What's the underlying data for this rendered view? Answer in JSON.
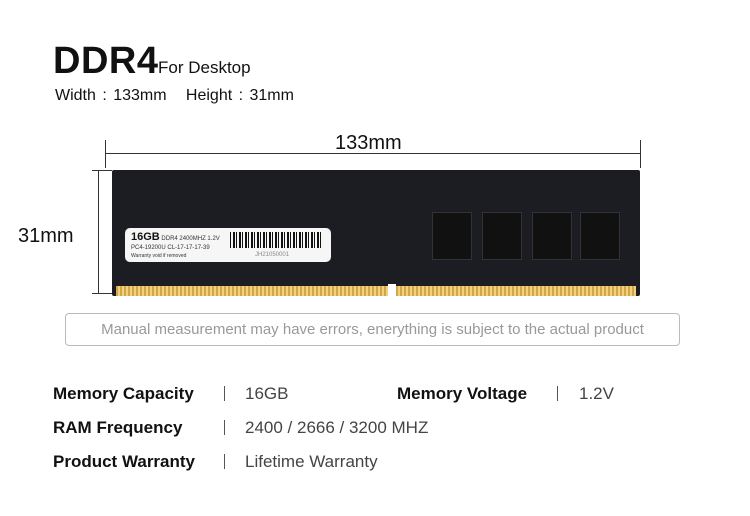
{
  "header": {
    "title": "DDR4",
    "subtitle": "For Desktop",
    "dimensions": "Width : 133mm   Height : 31mm"
  },
  "dimension_labels": {
    "width": "133mm",
    "height": "31mm"
  },
  "module_label": {
    "capacity": "16GB",
    "spec": "DDR4 2400MHZ 1.2V",
    "part": "PC4-19200U CL-17-17-17-39",
    "warranty": "Warranty void if removed",
    "serial": "JH21050001"
  },
  "note": "Manual measurement may have errors, enerything is subject to the actual product",
  "specs": [
    {
      "label": "Memory Capacity",
      "value": "16GB"
    },
    {
      "label": "Memory Voltage",
      "value": "1.2V"
    },
    {
      "label": "RAM Frequency",
      "value": "2400 / 2666 / 3200 MHZ"
    },
    {
      "label": "Product Warranty",
      "value": "Lifetime Warranty"
    }
  ]
}
